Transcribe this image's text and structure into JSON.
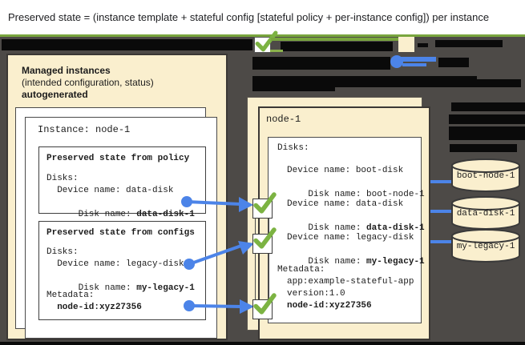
{
  "title": "Preserved state = (instance template + stateful config [stateful policy + per-instance config]) per instance",
  "colors": {
    "cream_panel": "#faefce",
    "canvas_gray": "#4d4a47",
    "accent_green": "#7cb342",
    "green_rule": "#79a63e",
    "accent_blue": "#4c84e8",
    "redaction_black": "#0a0a0a"
  },
  "left_panel": {
    "heading1": "Managed instances",
    "heading2": "(intended configuration, status)",
    "heading3": "autogenerated",
    "instance_title": "Instance: node-1",
    "policy_box": {
      "title": "Preserved state from policy",
      "disks_label": "Disks:",
      "device": "  Device name: data-disk",
      "disk_label": "  Disk name: ",
      "disk_value": "data-disk-1"
    },
    "configs_box": {
      "title": "Preserved state from configs",
      "disks_label": "Disks:",
      "device": "  Device name: legacy-disk",
      "disk_label": "  Disk name: ",
      "disk_value": "my-legacy-1",
      "metadata_label": "Metadata:",
      "metadata_value": "  node-id:xyz27356"
    }
  },
  "right_panel": {
    "label": "node-1",
    "disks_label": "Disks:",
    "boot_device": "Device name: boot-disk",
    "boot_disk_label": "Disk name: ",
    "boot_disk_value": "boot-node-1",
    "data_device": "Device name: data-disk",
    "data_disk_label": "Disk name: ",
    "data_disk_value": "data-disk-1",
    "legacy_device": "Device name: legacy-disk",
    "legacy_disk_label": "Disk name: ",
    "legacy_disk_value": "my-legacy-1",
    "metadata_label": "Metadata:",
    "metadata_app": "app:example-stateful-app",
    "metadata_version": "version:1.0",
    "metadata_node_id": "node-id:xyz27356"
  },
  "cylinders": [
    {
      "label": "boot-node-1"
    },
    {
      "label": "data-disk-1"
    },
    {
      "label": "my-legacy-1"
    }
  ]
}
